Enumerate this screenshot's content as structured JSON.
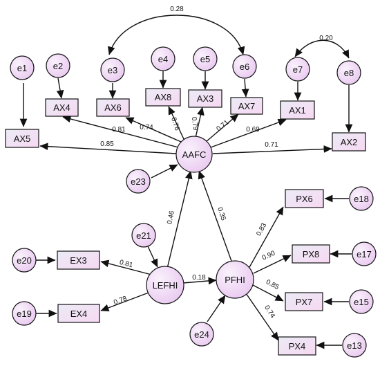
{
  "nodes": {
    "e1": "e1",
    "e2": "e2",
    "e3": "e3",
    "e4": "e4",
    "e5": "e5",
    "e6": "e6",
    "e7": "e7",
    "e8": "e8",
    "e13": "e13",
    "e15": "e15",
    "e17": "e17",
    "e18": "e18",
    "e19": "e19",
    "e20": "e20",
    "e21": "e21",
    "e23": "e23",
    "e24": "e24",
    "AAFC": "AAFC",
    "LEFHI": "LEFHI",
    "PFHI": "PFHI",
    "AX1": "AX1",
    "AX2": "AX2",
    "AX3": "AX3",
    "AX4": "AX4",
    "AX5": "AX5",
    "AX6": "AX6",
    "AX7": "AX7",
    "AX8": "AX8",
    "EX3": "EX3",
    "EX4": "EX4",
    "PX4": "PX4",
    "PX6": "PX6",
    "PX7": "PX7",
    "PX8": "PX8"
  },
  "coefficients": {
    "e3_e6": "0.28",
    "e7_e8": "0.20",
    "AX4": "0.81",
    "AX6": "0.74",
    "AX8": "0.76",
    "AX3": "0.79",
    "AX7": "0.71",
    "AX1": "0.69",
    "AX5": "0.85",
    "AX2": "0.71",
    "LEFHI_AAFC": "0.46",
    "PFHI_AAFC": "0.35",
    "LEFHI_PFHI": "0.18",
    "EX3": "0.81",
    "EX4": "0.78",
    "PX6": "0.83",
    "PX8": "0.90",
    "PX7": "0.85",
    "PX4": "0.74"
  },
  "colors": {
    "node_fill_light": "#faf2fc",
    "node_fill_dark": "#e9c8f0",
    "box_fill_light": "#ecebf6",
    "box_fill_dark": "#f6d8f2",
    "stroke": "#111111"
  }
}
